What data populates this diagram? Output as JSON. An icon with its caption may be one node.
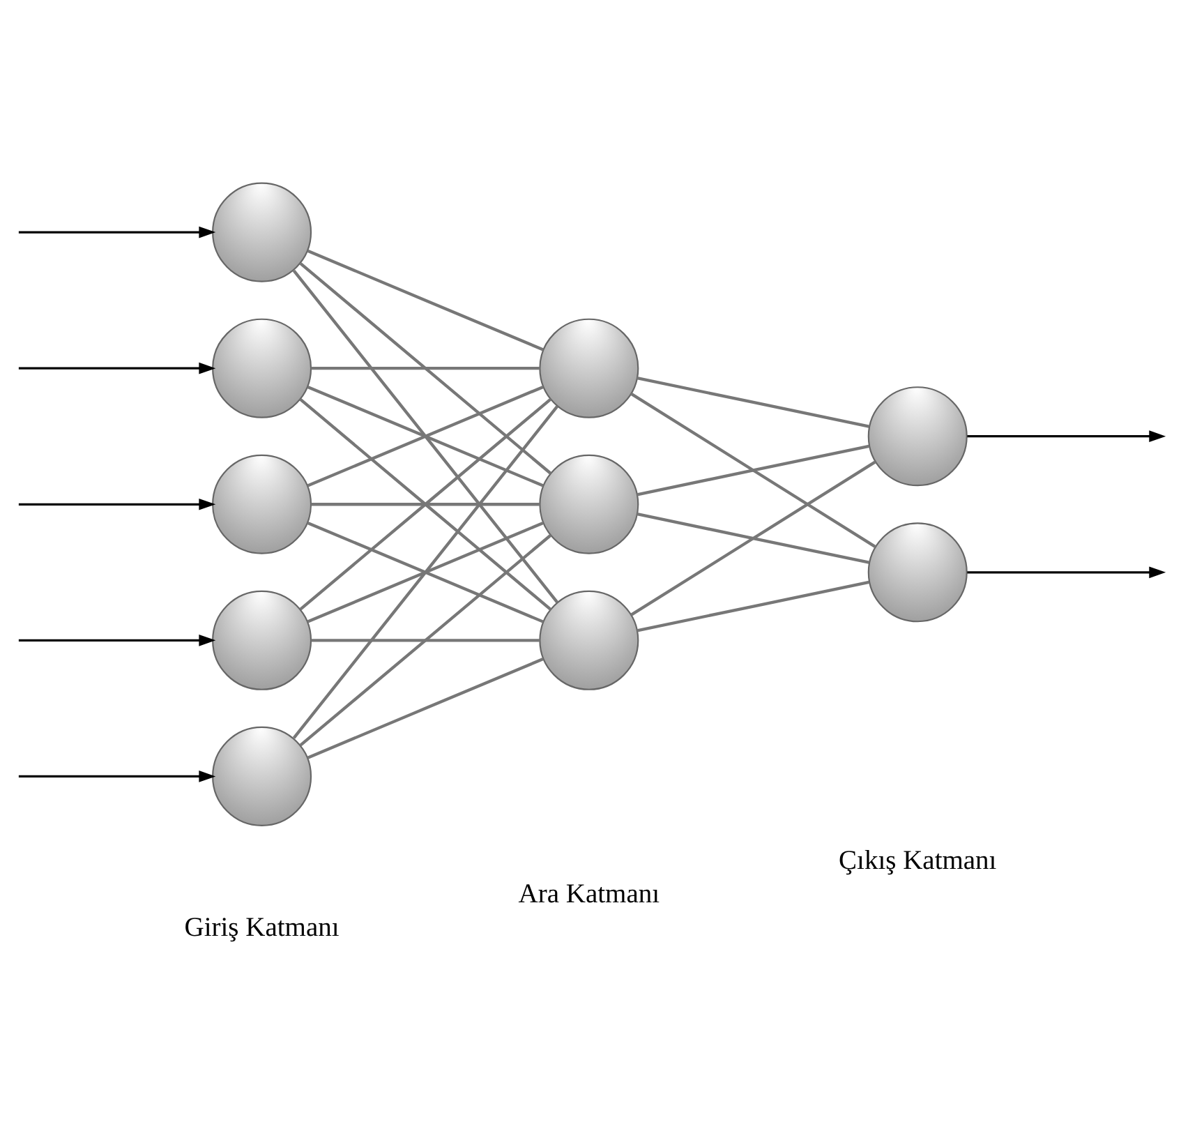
{
  "diagram": {
    "nodes": [
      {
        "text": [],
        "shape": "circle"
      },
      {
        "text": [],
        "shape": "circle"
      },
      {
        "text": [],
        "shape": "circle"
      },
      {
        "text": [],
        "shape": "circle"
      },
      {
        "text": [],
        "shape": "circle"
      },
      {
        "text": [],
        "shape": "circle"
      },
      {
        "text": [],
        "shape": "circle"
      },
      {
        "text": [],
        "shape": "circle"
      },
      {
        "text": [],
        "shape": "circle"
      },
      {
        "text": [],
        "shape": "circle"
      }
    ],
    "edges": [
      {
        "from": null,
        "to": 0,
        "arrow": "to",
        "color": "#000000"
      },
      {
        "from": null,
        "to": 1,
        "arrow": "to",
        "color": "#000000"
      },
      {
        "from": null,
        "to": 2,
        "arrow": "to",
        "color": "#000000"
      },
      {
        "from": null,
        "to": 3,
        "arrow": "to",
        "color": "#000000"
      },
      {
        "from": null,
        "to": 4,
        "arrow": "to",
        "color": "#000000"
      },
      {
        "from": 0,
        "to": 5,
        "arrow": "none"
      },
      {
        "from": 0,
        "to": 6,
        "arrow": "none"
      },
      {
        "from": 0,
        "to": 7,
        "arrow": "none"
      },
      {
        "from": 1,
        "to": 5,
        "arrow": "none"
      },
      {
        "from": 1,
        "to": 6,
        "arrow": "none"
      },
      {
        "from": 1,
        "to": 7,
        "arrow": "none"
      },
      {
        "from": 2,
        "to": 5,
        "arrow": "none"
      },
      {
        "from": 2,
        "to": 6,
        "arrow": "none"
      },
      {
        "from": 2,
        "to": 7,
        "arrow": "none"
      },
      {
        "from": 3,
        "to": 5,
        "arrow": "none"
      },
      {
        "from": 3,
        "to": 6,
        "arrow": "none"
      },
      {
        "from": 3,
        "to": 7,
        "arrow": "none"
      },
      {
        "from": 4,
        "to": 5,
        "arrow": "none"
      },
      {
        "from": 4,
        "to": 6,
        "arrow": "none"
      },
      {
        "from": 4,
        "to": 7,
        "arrow": "none"
      },
      {
        "from": 5,
        "to": 8,
        "arrow": "none"
      },
      {
        "from": 5,
        "to": 9,
        "arrow": "none"
      },
      {
        "from": 6,
        "to": 8,
        "arrow": "none"
      },
      {
        "from": 6,
        "to": 9,
        "arrow": "none"
      },
      {
        "from": 7,
        "to": 8,
        "arrow": "none"
      },
      {
        "from": 7,
        "to": 9,
        "arrow": "none"
      },
      {
        "from": 8,
        "to": null,
        "arrow": "to",
        "color": "#000000"
      },
      {
        "from": 9,
        "to": null,
        "arrow": "to",
        "color": "#000000"
      }
    ],
    "labels": [
      "Giriş Katmanı",
      "Ara Katmanı",
      "Çıkış Katmanı"
    ]
  }
}
